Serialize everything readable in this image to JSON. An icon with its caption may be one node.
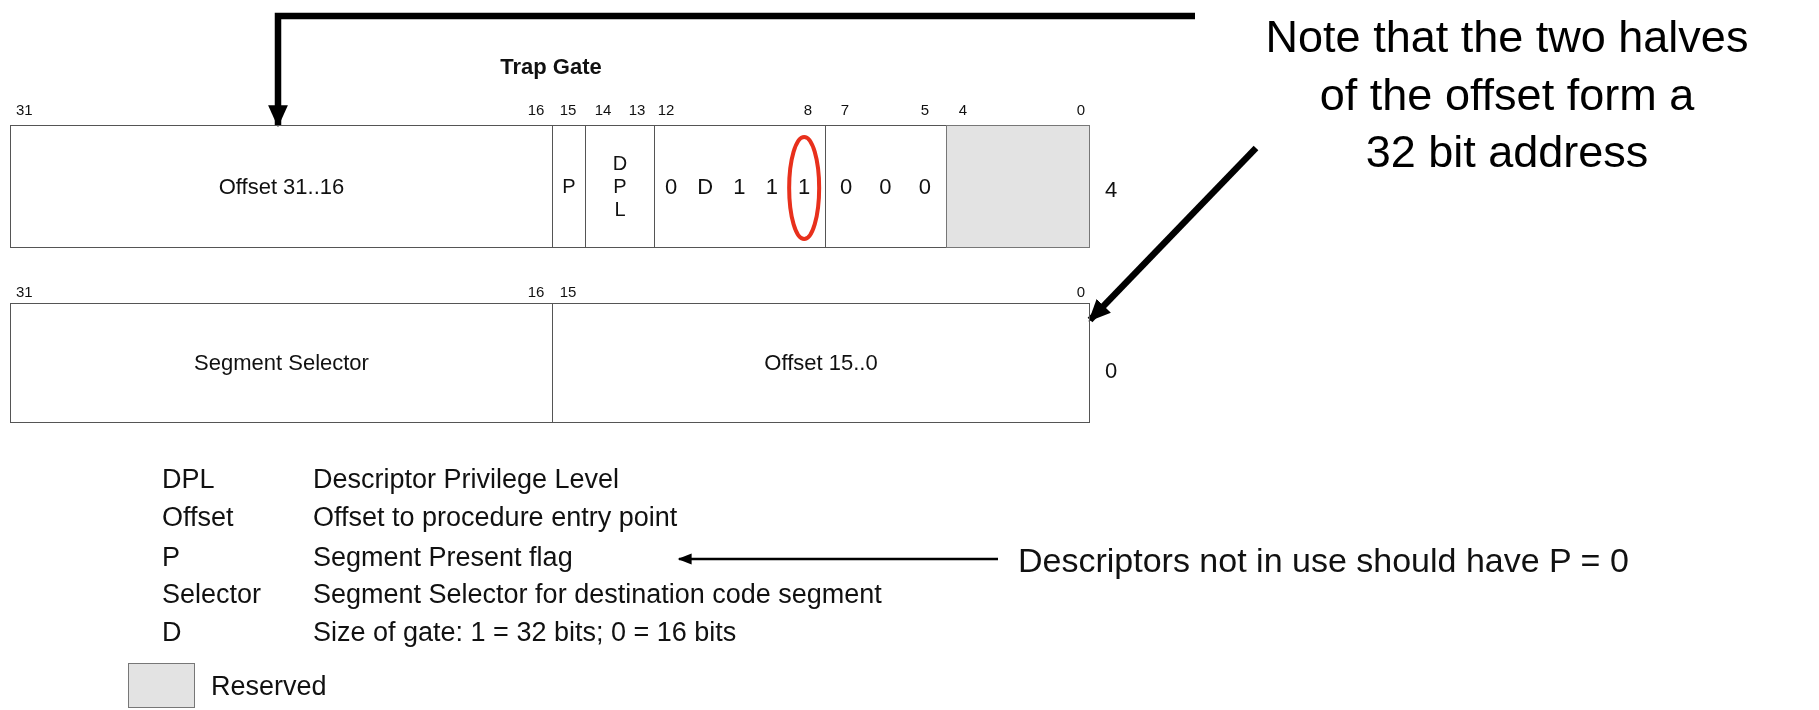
{
  "diagram": {
    "title": "Trap Gate",
    "nodes": [
      {
        "text": [
          "Offset 31..16"
        ]
      },
      {
        "text": [
          "P"
        ]
      },
      {
        "text": [
          "D P L"
        ]
      },
      {
        "text": [
          "0 D 1 1 1"
        ]
      },
      {
        "text": [
          "0 0 0"
        ]
      },
      {
        "text": [],
        "shape": "box"
      },
      {
        "text": [
          "Segment Selector"
        ]
      },
      {
        "text": [
          "Offset 15..0"
        ]
      },
      {
        "text": [
          "Note that the two halves of the offset form a 32 bit address"
        ]
      },
      {
        "text": [
          "Segment Present flag"
        ]
      },
      {
        "text": [
          "Descriptors not in use should have P = 0"
        ]
      }
    ],
    "edges": [
      {
        "from": 8,
        "to": 0,
        "arrow": "to"
      },
      {
        "from": 8,
        "to": 7,
        "arrow": "to"
      },
      {
        "from": 10,
        "to": 9,
        "arrow": "to"
      }
    ],
    "labels": [
      "31",
      "16",
      "15",
      "14",
      "13",
      "12",
      "8",
      "7",
      "5",
      "4",
      "0",
      "4",
      "31",
      "16",
      "15",
      "0",
      "0",
      "DPL",
      "Descriptor Privilege Level",
      "Offset",
      "Offset to procedure entry point",
      "P",
      "Selector",
      "Segment Selector for destination code segment",
      "D",
      "Size of gate: 1 = 32 bits; 0 = 16 bits"
    ],
    "legend": [
      {
        "text": "Reserved",
        "color": "#e3e3e3"
      }
    ]
  }
}
